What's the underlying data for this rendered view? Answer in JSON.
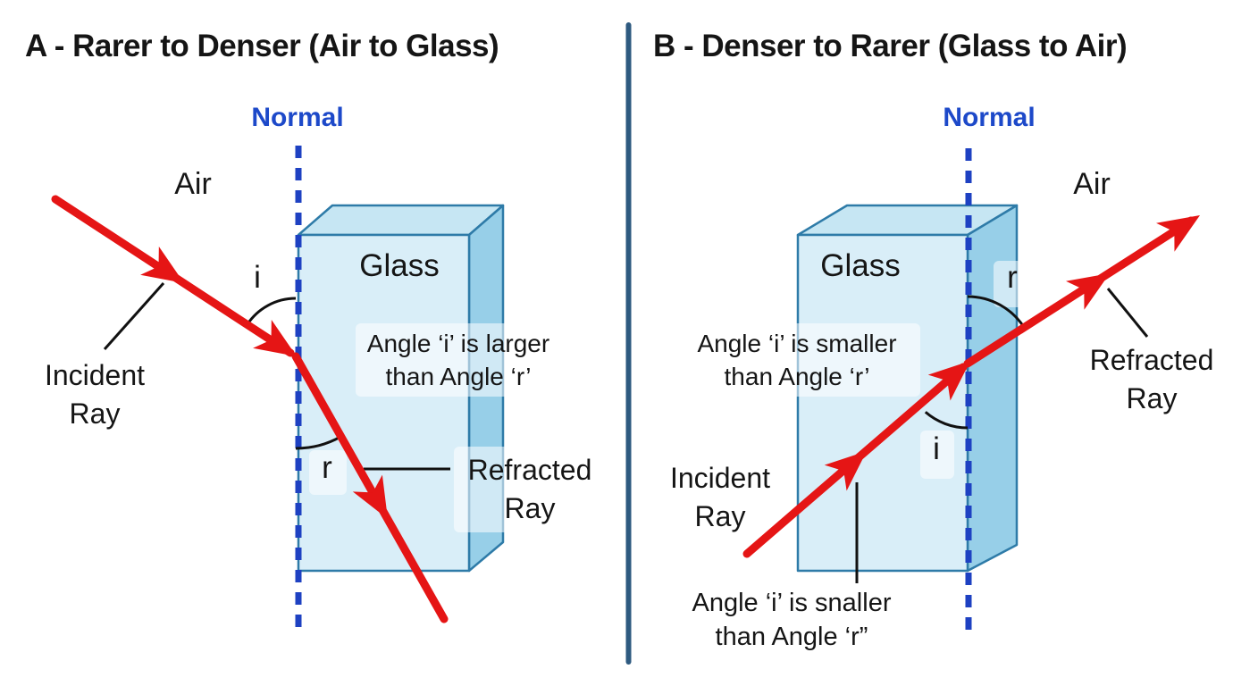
{
  "colors": {
    "ray_red": "#e51515",
    "normal_blue": "#1d49c9",
    "glass_front": "#d9eef8",
    "glass_top": "#c6e6f3",
    "glass_side": "#97cfe8",
    "glass_border": "#2e7ba8",
    "divider_blue": "#2e5a80",
    "text": "#151515"
  },
  "panel_a": {
    "title": "A - Rarer to Denser (Air to Glass)",
    "normal_label": "Normal",
    "air_label": "Air",
    "glass_label": "Glass",
    "angle_i_label": "i",
    "angle_r_label": "r",
    "incident_line1": "Incident",
    "incident_line2": "Ray",
    "refracted_line1": "Refracted",
    "refracted_line2": "Ray",
    "note_line1": "Angle ‘i’ is larger",
    "note_line2": "than Angle ‘r’"
  },
  "panel_b": {
    "title": "B - Denser to Rarer (Glass to Air)",
    "normal_label": "Normal",
    "air_label": "Air",
    "glass_label": "Glass",
    "angle_i_label": "i",
    "angle_r_label": "r",
    "incident_line1": "Incident",
    "incident_line2": "Ray",
    "refracted_line1": "Refracted",
    "refracted_line2": "Ray",
    "note_line1": "Angle ‘i’ is smaller",
    "note_line2": "than Angle ‘r’",
    "footnote_line1": "Angle ‘i’ is snaller",
    "footnote_line2": "than Angle ‘r”"
  }
}
